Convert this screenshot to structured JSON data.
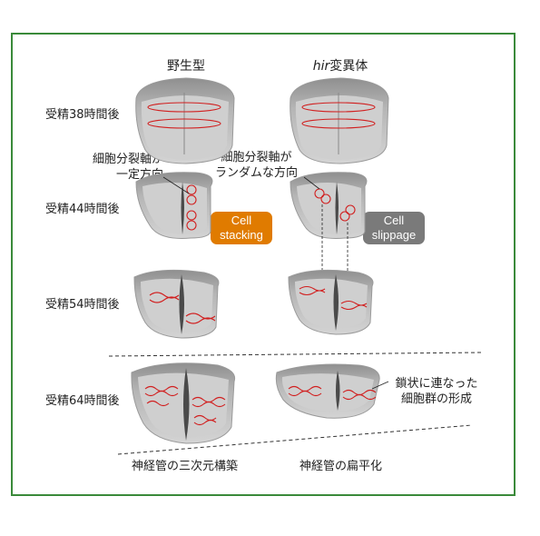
{
  "columns": {
    "wild_type": "野生型",
    "mutant_italic": "hir",
    "mutant_rest": "変異体"
  },
  "stages": [
    "受精38時間後",
    "受精44時間後",
    "受精54時間後",
    "受精64時間後"
  ],
  "annotations": {
    "left_axis_line1": "細胞分裂軸が",
    "left_axis_line2": "一定方向",
    "right_axis_line1": "細胞分裂軸が",
    "right_axis_line2": "ランダムな方向",
    "chain_line1": "鎖状に連なった",
    "chain_line2": "細胞群の形成"
  },
  "badges": {
    "stacking": {
      "line1": "Cell",
      "line2": "stacking",
      "color": "#e07b00"
    },
    "slippage": {
      "line1": "Cell",
      "line2": "slippage",
      "color": "#7a7a7a"
    }
  },
  "bottom": {
    "left": "神経管の三次元構築",
    "right": "神経管の扁平化"
  },
  "colors": {
    "frame": "#3a8a3a",
    "cell_line": "#d11f1f",
    "tissue": "#c9c9c9",
    "tissue_dark": "#8a8a8a"
  }
}
